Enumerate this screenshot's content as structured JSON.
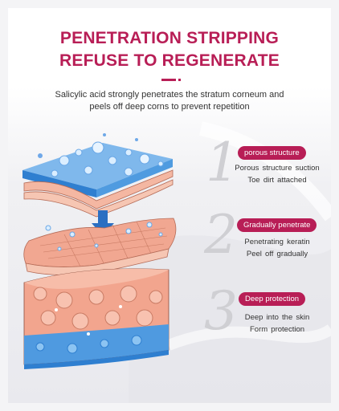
{
  "header": {
    "title_line1": "PENETRATION STRIPPING",
    "title_line2": "REFUSE TO REGENERATE",
    "subtitle_line1": "Salicylic acid strongly penetrates the stratum corneum and",
    "subtitle_line2": "peels off deep corns to prevent repetition"
  },
  "steps": [
    {
      "number": "1",
      "badge": "porous structure",
      "line1": "Porous structure suction",
      "line2": "Toe dirt attached"
    },
    {
      "number": "2",
      "badge": "Gradually penetrate",
      "line1": "Penetrating keratin",
      "line2": "Peel off gradually"
    },
    {
      "number": "3",
      "badge": "Deep protection",
      "line1": "Deep into the skin",
      "line2": "Form protection"
    }
  ],
  "colors": {
    "accent": "#b81e56",
    "arrow": "#2b6fc2",
    "skin": "#f2a58e",
    "blue_layer": "#3d8fd8"
  }
}
